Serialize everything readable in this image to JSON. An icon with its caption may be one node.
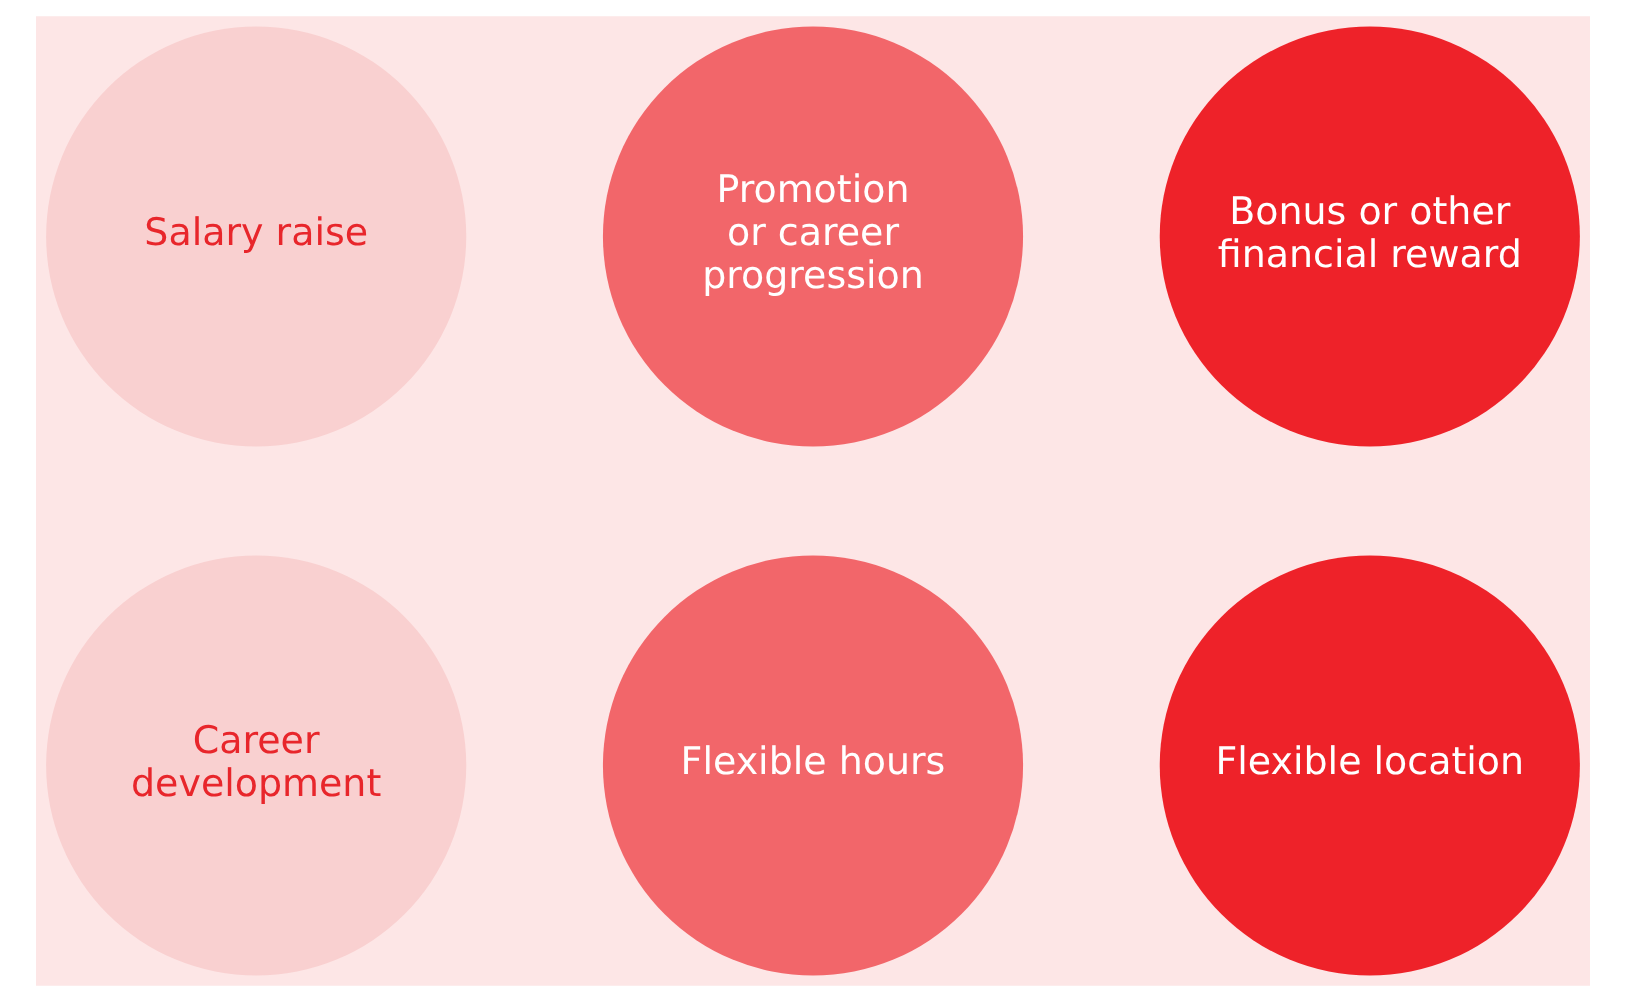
{
  "diagram": {
    "nodes": [
      {
        "text": [
          "Salary raise"
        ]
      },
      {
        "text": [
          "Promotion or career progression"
        ]
      },
      {
        "text": [
          "Bonus or other financial reward"
        ]
      },
      {
        "text": [
          "Career development"
        ]
      },
      {
        "text": [
          "Flexible hours"
        ]
      },
      {
        "text": [
          "Flexible location"
        ]
      }
    ]
  }
}
